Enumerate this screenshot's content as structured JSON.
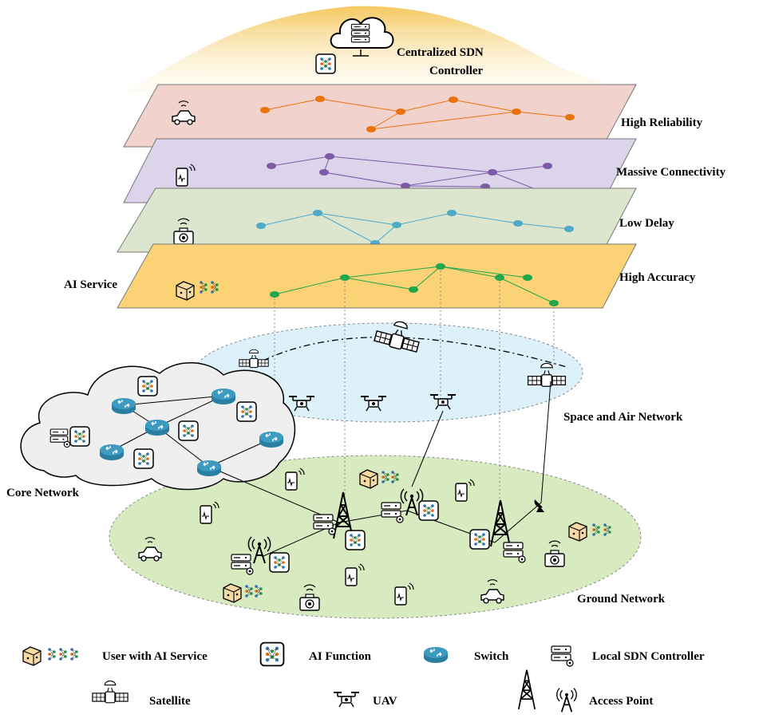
{
  "title": {
    "line1": "Centralized SDN",
    "line2": "Controller"
  },
  "layers": [
    {
      "label": "High Reliability",
      "fill": "#f2d2cd",
      "node_color": "#e8730e",
      "icon": "car-wifi-icon"
    },
    {
      "label": "Massive Connectivity",
      "fill": "#dcd4ea",
      "node_color": "#7d5ba6",
      "icon": "phone-wifi-icon"
    },
    {
      "label": "Low Delay",
      "fill": "#dce6cf",
      "node_color": "#4fa9c9",
      "icon": "camera-wifi-icon"
    },
    {
      "label": "High Accuracy",
      "fill": "#fbd276",
      "node_color": "#1fa84a",
      "icon": "ai-user-icon"
    }
  ],
  "ai_service_label": "AI Service",
  "regions": {
    "core": "Core Network",
    "space_air": "Space and Air Network",
    "ground": "Ground Network"
  },
  "legend": {
    "user_ai": "User with AI Service",
    "ai_function": "AI Function",
    "switch": "Switch",
    "local_sdn": "Local SDN Controller",
    "satellite": "Satellite",
    "uav": "UAV",
    "access_point": "Access Point"
  },
  "colors": {
    "core_cloud": "#efefef",
    "space_air": "#dcf1fa",
    "ground": "#d8eabf",
    "switch": "#3d9ac0",
    "controller_glow": "#f6d27a"
  }
}
